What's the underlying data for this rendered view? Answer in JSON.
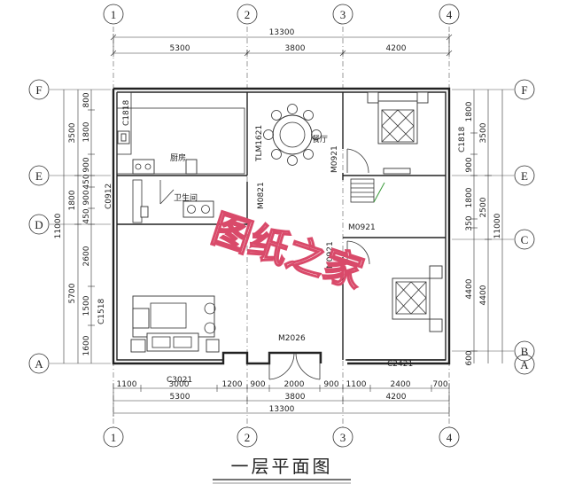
{
  "grid_columns": [
    "1",
    "2",
    "3",
    "4"
  ],
  "grid_rows": [
    "F",
    "E",
    "D",
    "C",
    "B",
    "A"
  ],
  "overall_top": "13300",
  "overall_bottom": "13300",
  "top_spans": [
    "5300",
    "3800",
    "4200"
  ],
  "bottom_spans": [
    "5300",
    "3800",
    "4200"
  ],
  "bottom_details": [
    "1100",
    "3000",
    "1200",
    "900",
    "2000",
    "900",
    "1100",
    "2400",
    "700"
  ],
  "left_overall": "11000",
  "left_outer": [
    "3500",
    "1800",
    "5700"
  ],
  "left_inner": [
    "800",
    "1800",
    "900",
    "450",
    "900",
    "450",
    "2600",
    "1500",
    "1600"
  ],
  "right_overall": "11000",
  "right_outer": [
    "3500",
    "2500",
    "4400"
  ],
  "right_inner": [
    "1800",
    "900",
    "1800",
    "350",
    "4400",
    "600"
  ],
  "rooms": {
    "kitchen": "厨房",
    "dining": "餐厅",
    "bathroom": "卫生间"
  },
  "tags": {
    "c1818_left": "C1818",
    "c1818_right": "C1818",
    "tlm1621": "TLM1621",
    "m0921_top": "M0921",
    "m0821": "M0821",
    "c0912": "C0912",
    "m0921_mid": "M0921",
    "m0921_low": "M0921",
    "c1518": "C1518",
    "m2026": "M2026",
    "c3021": "C3021",
    "c2421": "C2421"
  },
  "watermark": "图纸之家",
  "title": "一层平面图",
  "colors": {
    "watermark": "#d94a6a",
    "ink": "#222222"
  }
}
